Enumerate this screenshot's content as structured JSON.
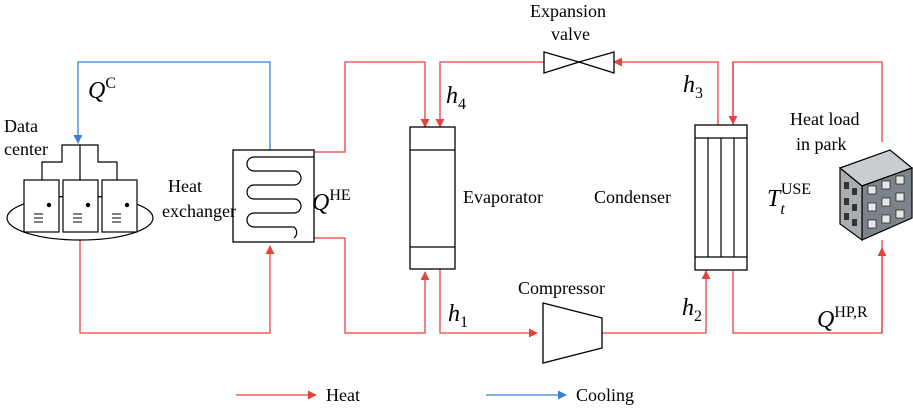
{
  "labels": {
    "data_center_line1": "Data",
    "data_center_line2": "center",
    "heat_exchanger_line1": "Heat",
    "heat_exchanger_line2": "exchanger",
    "evaporator": "Evaporator",
    "condenser": "Condenser",
    "compressor": "Compressor",
    "expansion_valve_line1": "Expansion",
    "expansion_valve_line2": "valve",
    "heat_load_line1": "Heat load",
    "heat_load_line2": "in park"
  },
  "symbols": {
    "q_c_base": "Q",
    "q_c_sup": "C",
    "q_he_base": "Q",
    "q_he_sup": "HE",
    "h1_base": "h",
    "h1_sub": "1",
    "h2_base": "h",
    "h2_sub": "2",
    "h3_base": "h",
    "h3_sub": "3",
    "h4_base": "h",
    "h4_sub": "4",
    "t_use_base": "T",
    "t_use_sub": "t",
    "t_use_sup": "USE",
    "q_hpr_base": "Q",
    "q_hpr_sup": "HP,R"
  },
  "legend": {
    "heat": "Heat",
    "cooling": "Cooling"
  },
  "colors": {
    "heat": "#e8423f",
    "cooling": "#3b7fd4",
    "outline": "#000000",
    "building_fill": "#9aa0a6"
  }
}
